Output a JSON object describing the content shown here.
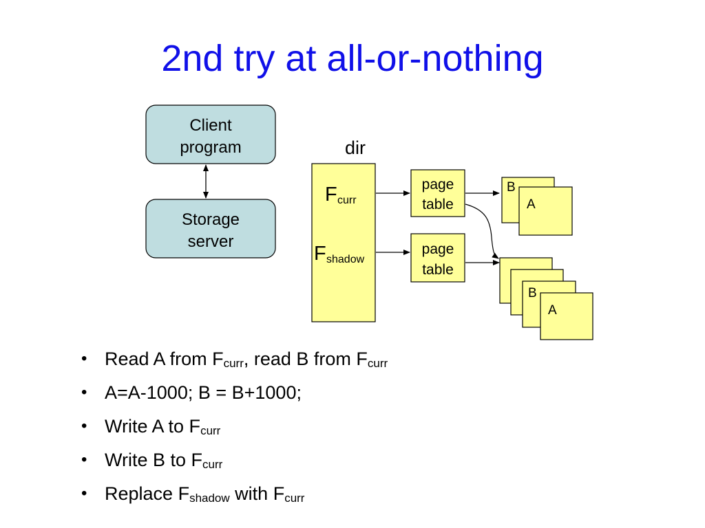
{
  "title": "2nd try at all-or-nothing",
  "diagram": {
    "client_line1": "Client",
    "client_line2": "program",
    "storage_line1": "Storage",
    "storage_line2": "server",
    "dir_label": "dir",
    "f_letter": "F",
    "curr_sub": "curr",
    "shadow_sub": "shadow",
    "page_label": "page",
    "table_label": "table",
    "block_b": "B",
    "block_a": "A"
  },
  "bullets": {
    "marker": "•",
    "b1": {
      "part1": "Read A from F",
      "sub1": "curr",
      "part2": ", read B from F",
      "sub2": "curr"
    },
    "b2": {
      "text": "A=A-1000; B = B+1000;"
    },
    "b3": {
      "part1": "Write A to F",
      "sub1": "curr"
    },
    "b4": {
      "part1": "Write B to F",
      "sub1": "curr"
    },
    "b5": {
      "part1": "Replace F",
      "sub1": "shadow",
      "part2": " with F",
      "sub2": "curr"
    }
  },
  "colors": {
    "title": "#1010e8",
    "rounded_box_fill": "#bfdde0",
    "yellow_fill": "#ffff99"
  }
}
